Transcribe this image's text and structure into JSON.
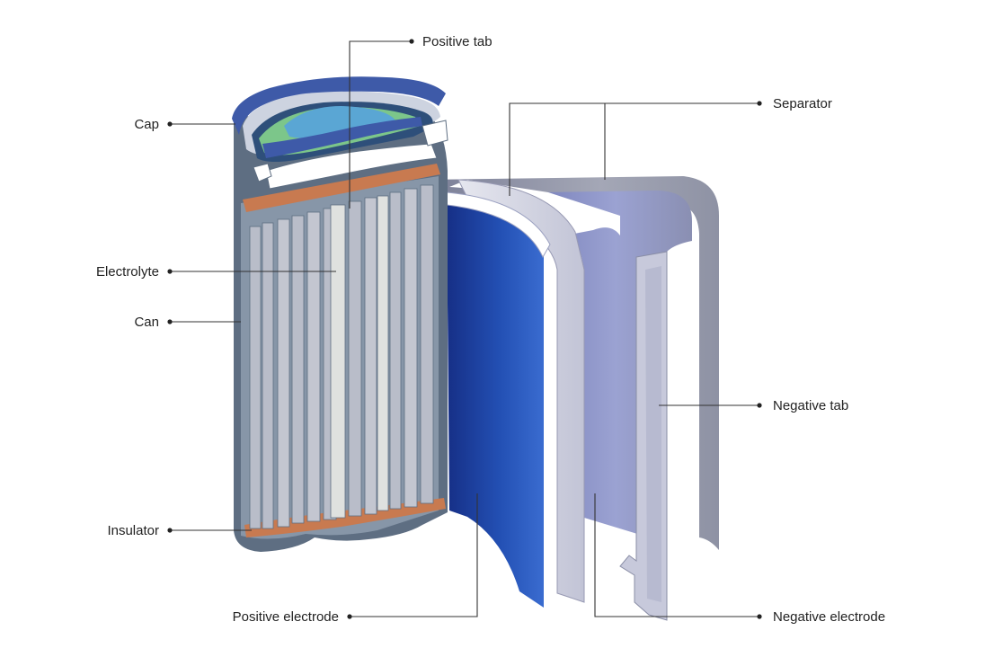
{
  "labels": {
    "positive_tab": "Positive tab",
    "cap": "Cap",
    "separator": "Separator",
    "electrolyte": "Electrolyte",
    "can": "Can",
    "negative_tab": "Negative tab",
    "insulator": "Insulator",
    "positive_electrode": "Positive electrode",
    "negative_electrode": "Negative electrode"
  },
  "colors": {
    "can_outer": "#5e6e82",
    "can_inner": "#8796a8",
    "cap_blue": "#3e5aa8",
    "cap_green": "#7cc68a",
    "cap_dome": "#5aa6d4",
    "insulator": "#c87a50",
    "plate": "#b9bdc9",
    "plate_light": "#dfe1df",
    "positive_electrode": "#1f48a8",
    "separator": "#c9cbdb",
    "negative_electrode": "#8d95c5"
  }
}
